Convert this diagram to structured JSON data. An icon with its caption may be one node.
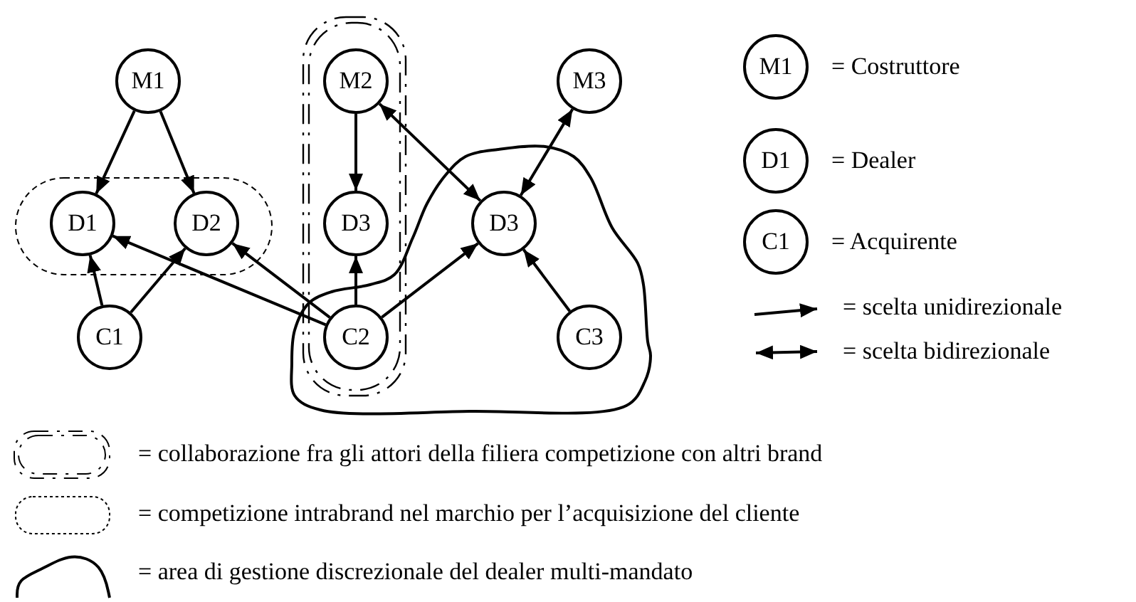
{
  "diagram": {
    "nodes": [
      {
        "text": [
          "M1"
        ]
      },
      {
        "text": [
          "M2"
        ]
      },
      {
        "text": [
          "M3"
        ]
      },
      {
        "text": [
          "D1"
        ]
      },
      {
        "text": [
          "D2"
        ]
      },
      {
        "text": [
          "D3"
        ]
      },
      {
        "text": [
          "D3"
        ]
      },
      {
        "text": [
          "C1"
        ]
      },
      {
        "text": [
          "C2"
        ]
      },
      {
        "text": [
          "C3"
        ]
      },
      {
        "text": [
          "M1"
        ],
        "beside": [
          "= Costruttore"
        ]
      },
      {
        "text": [
          "D1"
        ],
        "beside": [
          "= Dealer"
        ]
      },
      {
        "text": [
          "C1"
        ],
        "beside": [
          "= Acquirente"
        ]
      }
    ],
    "edges": [
      {
        "from": 0,
        "to": 3,
        "arrow": "to"
      },
      {
        "from": 0,
        "to": 4,
        "arrow": "to"
      },
      {
        "from": 1,
        "to": 5,
        "arrow": "to"
      },
      {
        "from": 1,
        "to": 6,
        "arrow": "both"
      },
      {
        "from": 2,
        "to": 6,
        "arrow": "both"
      },
      {
        "from": 7,
        "to": 3,
        "arrow": "to"
      },
      {
        "from": 7,
        "to": 4,
        "arrow": "to"
      },
      {
        "from": 8,
        "to": 3,
        "arrow": "to"
      },
      {
        "from": 8,
        "to": 4,
        "arrow": "to"
      },
      {
        "from": 8,
        "to": 5,
        "arrow": "to"
      },
      {
        "from": 8,
        "to": 6,
        "arrow": "to"
      },
      {
        "from": 9,
        "to": 6,
        "arrow": "to"
      }
    ],
    "legend": [
      {
        "text": "= scelta unidirezionale"
      },
      {
        "text": "= scelta bidirezionale"
      },
      {
        "text": "= collaborazione fra gli attori della filiera competizione con altri brand"
      },
      {
        "text": "= competizione intrabrand nel marchio per l’acquisizione del cliente"
      },
      {
        "text": "= area di gestione discrezionale del dealer multi-mandato"
      }
    ]
  }
}
